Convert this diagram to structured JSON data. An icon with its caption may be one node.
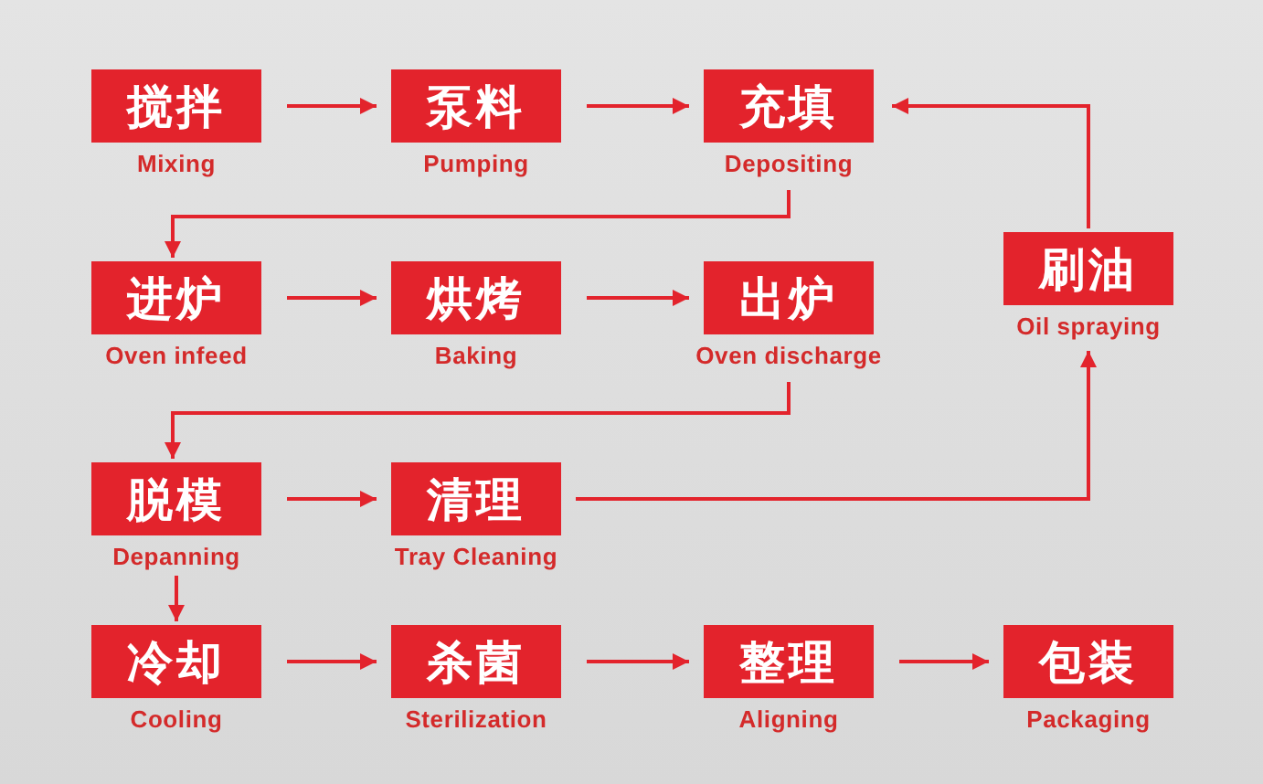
{
  "diagram": {
    "nodes": [
      {
        "text": [
          "搅拌"
        ],
        "beside": [
          "Mixing"
        ]
      },
      {
        "text": [
          "泵料"
        ],
        "beside": [
          "Pumping"
        ]
      },
      {
        "text": [
          "充填"
        ],
        "beside": [
          "Depositing"
        ]
      },
      {
        "text": [
          "进炉"
        ],
        "beside": [
          "Oven infeed"
        ]
      },
      {
        "text": [
          "烘烤"
        ],
        "beside": [
          "Baking"
        ]
      },
      {
        "text": [
          "出炉"
        ],
        "beside": [
          "Oven discharge"
        ]
      },
      {
        "text": [
          "刷油"
        ],
        "beside": [
          "Oil spraying"
        ]
      },
      {
        "text": [
          "脱模"
        ],
        "beside": [
          "Depanning"
        ]
      },
      {
        "text": [
          "清理"
        ],
        "beside": [
          "Tray Cleaning"
        ]
      },
      {
        "text": [
          "冷却"
        ],
        "beside": [
          "Cooling"
        ]
      },
      {
        "text": [
          "杀菌"
        ],
        "beside": [
          "Sterilization"
        ]
      },
      {
        "text": [
          "整理"
        ],
        "beside": [
          "Aligning"
        ]
      },
      {
        "text": [
          "包装"
        ],
        "beside": [
          "Packaging"
        ]
      }
    ],
    "edges": [
      {
        "from": 0,
        "to": 1,
        "arrow": "to"
      },
      {
        "from": 1,
        "to": 2,
        "arrow": "to"
      },
      {
        "from": 2,
        "to": 3,
        "arrow": "to"
      },
      {
        "from": 3,
        "to": 4,
        "arrow": "to"
      },
      {
        "from": 4,
        "to": 5,
        "arrow": "to"
      },
      {
        "from": 5,
        "to": 7,
        "arrow": "to"
      },
      {
        "from": 7,
        "to": 8,
        "arrow": "to"
      },
      {
        "from": 8,
        "to": 6,
        "arrow": "to"
      },
      {
        "from": 6,
        "to": 2,
        "arrow": "to"
      },
      {
        "from": 7,
        "to": 9,
        "arrow": "to"
      },
      {
        "from": 9,
        "to": 10,
        "arrow": "to"
      },
      {
        "from": 10,
        "to": 11,
        "arrow": "to"
      },
      {
        "from": 11,
        "to": 12,
        "arrow": "to"
      }
    ]
  }
}
